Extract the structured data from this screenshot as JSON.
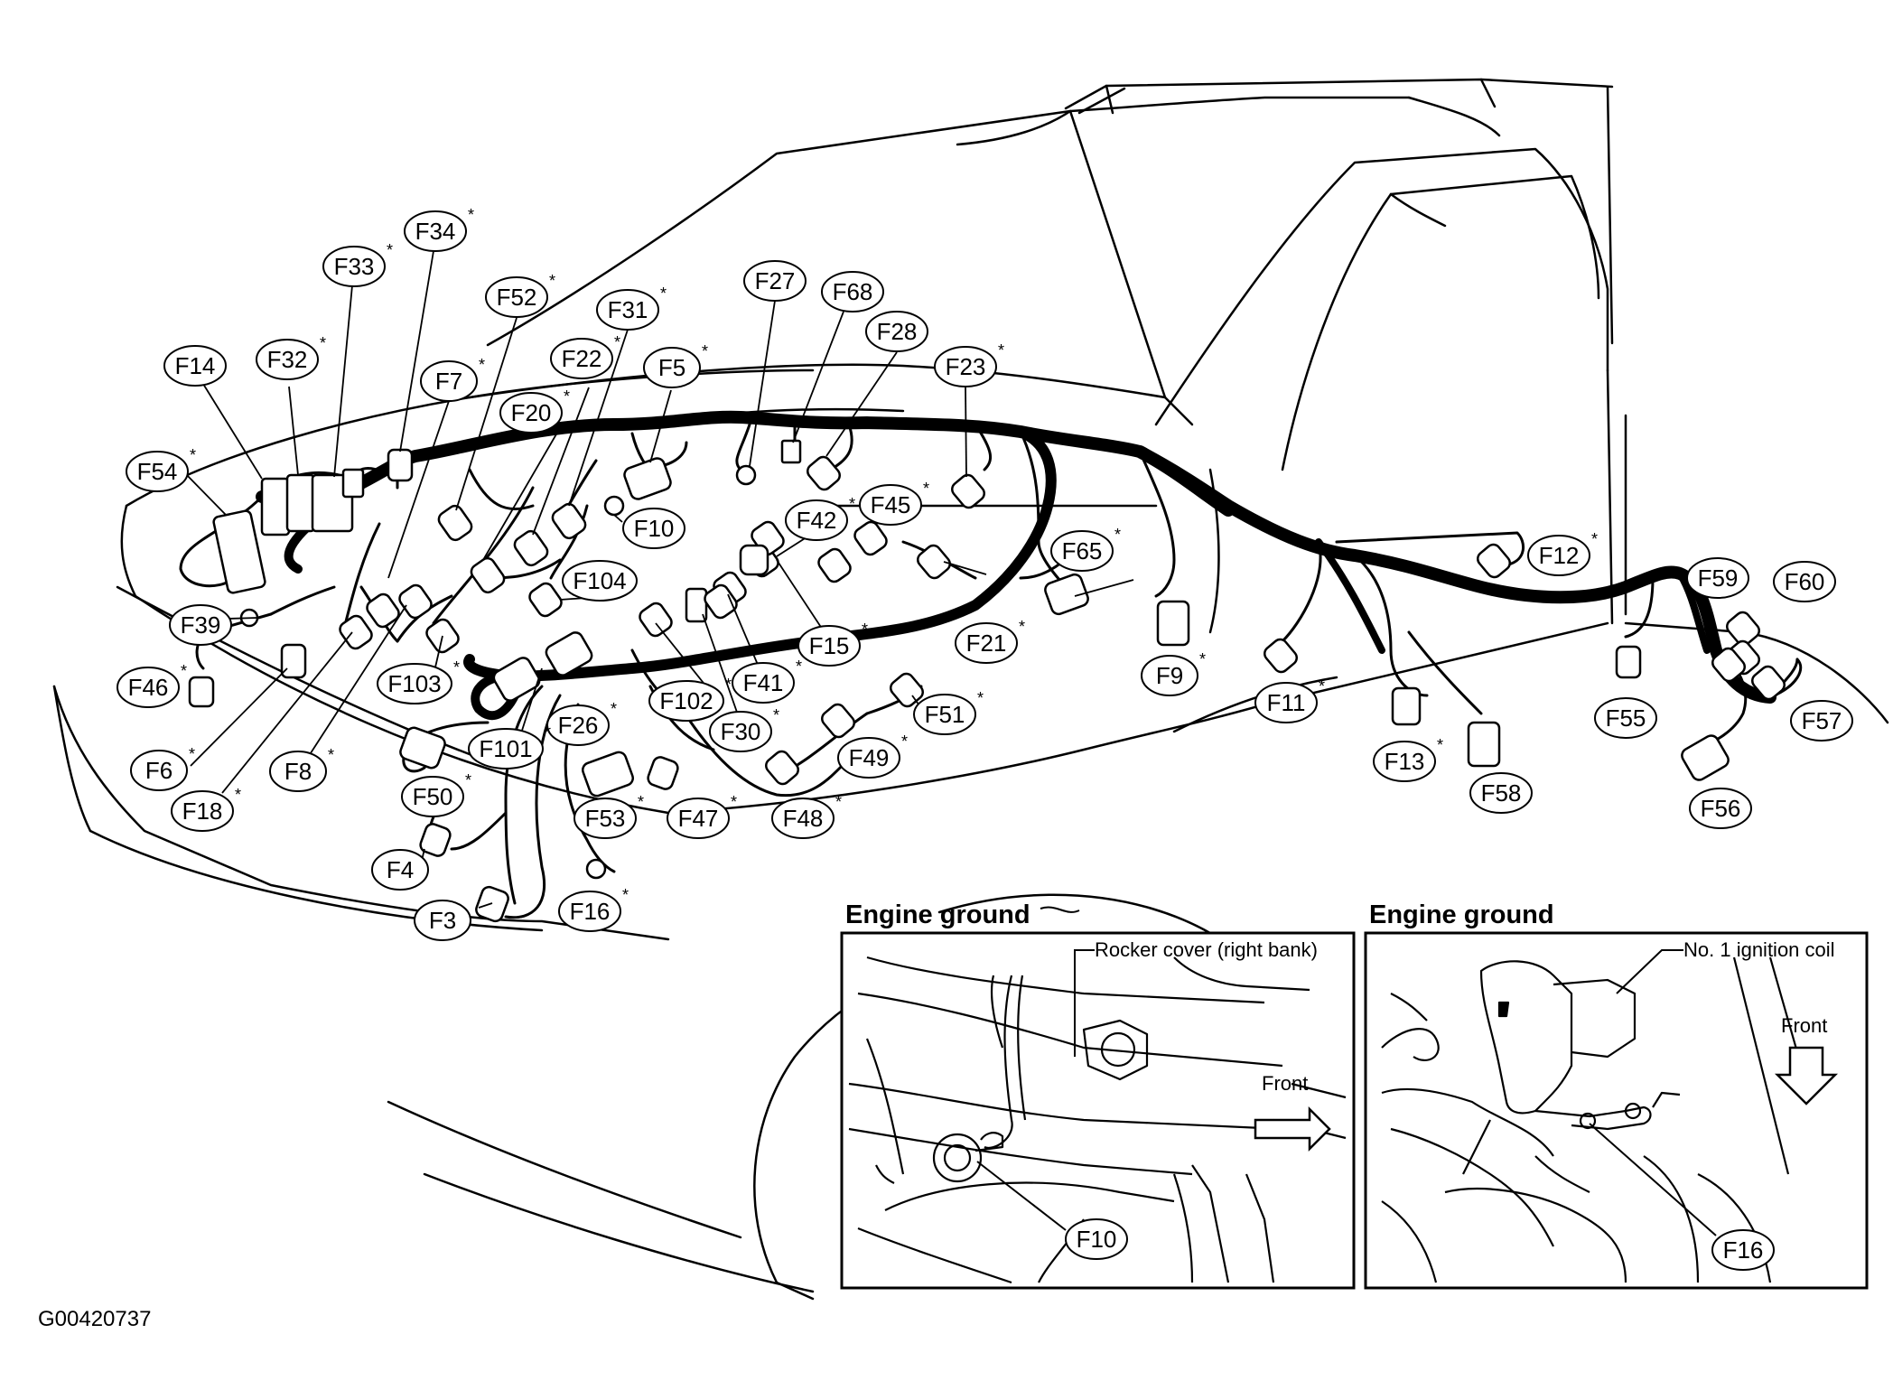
{
  "figure_id": "G00420737",
  "connectors": [
    {
      "label": "F34",
      "star": true
    },
    {
      "label": "F33",
      "star": true
    },
    {
      "label": "F52",
      "star": true
    },
    {
      "label": "F31",
      "star": true
    },
    {
      "label": "F27",
      "star": false
    },
    {
      "label": "F68",
      "star": false
    },
    {
      "label": "F28",
      "star": false
    },
    {
      "label": "F14",
      "star": false
    },
    {
      "label": "F32",
      "star": true
    },
    {
      "label": "F22",
      "star": true
    },
    {
      "label": "F5",
      "star": true
    },
    {
      "label": "F23",
      "star": true
    },
    {
      "label": "F7",
      "star": true
    },
    {
      "label": "F20",
      "star": true
    },
    {
      "label": "F54",
      "star": true
    },
    {
      "label": "F10",
      "star": false
    },
    {
      "label": "F42",
      "star": true
    },
    {
      "label": "F45",
      "star": true
    },
    {
      "label": "F65",
      "star": true
    },
    {
      "label": "F12",
      "star": true
    },
    {
      "label": "F104",
      "star": false
    },
    {
      "label": "F39",
      "star": false
    },
    {
      "label": "F59",
      "star": false
    },
    {
      "label": "F60",
      "star": false
    },
    {
      "label": "F15",
      "star": true
    },
    {
      "label": "F21",
      "star": true
    },
    {
      "label": "F46",
      "star": true
    },
    {
      "label": "F103",
      "star": true
    },
    {
      "label": "F9",
      "star": true
    },
    {
      "label": "F102",
      "star": true
    },
    {
      "label": "F41",
      "star": true
    },
    {
      "label": "F11",
      "star": true
    },
    {
      "label": "F26",
      "star": true
    },
    {
      "label": "F51",
      "star": true
    },
    {
      "label": "F55",
      "star": false
    },
    {
      "label": "F57",
      "star": false
    },
    {
      "label": "F30",
      "star": true
    },
    {
      "label": "F6",
      "star": true
    },
    {
      "label": "F101",
      "star": true
    },
    {
      "label": "F8",
      "star": true
    },
    {
      "label": "F49",
      "star": true
    },
    {
      "label": "F13",
      "star": true
    },
    {
      "label": "F58",
      "star": false
    },
    {
      "label": "F50",
      "star": true
    },
    {
      "label": "F18",
      "star": true
    },
    {
      "label": "F56",
      "star": false
    },
    {
      "label": "F53",
      "star": true
    },
    {
      "label": "F47",
      "star": true
    },
    {
      "label": "F48",
      "star": true
    },
    {
      "label": "F4",
      "star": false
    },
    {
      "label": "F3",
      "star": false
    },
    {
      "label": "F16",
      "star": true
    }
  ],
  "insets": [
    {
      "title": "Engine ground",
      "note": "Rocker cover (right bank)",
      "direction": "Front",
      "label": "F10"
    },
    {
      "title": "Engine ground",
      "note": "No. 1 ignition coil",
      "direction": "Front",
      "label": "F16"
    }
  ]
}
